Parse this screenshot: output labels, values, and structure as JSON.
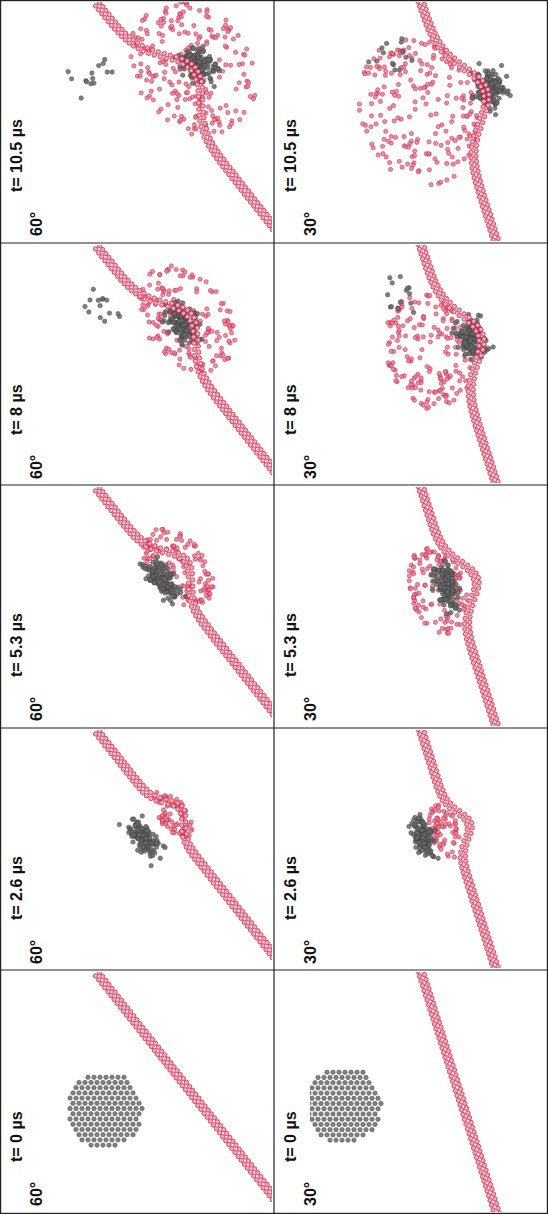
{
  "diagram": {
    "labels": [
      "t= 10.5 µs",
      "60°",
      "t= 10.5 µs",
      "30°",
      "t= 8 µs",
      "60°",
      "t= 8 µs",
      "30°",
      "t= 5.3 µs",
      "60°",
      "t= 5.3 µs",
      "30°",
      "t= 2.6 µs",
      "60°",
      "t= 2.6 µs",
      "30°",
      "t= 0 µs",
      "60°",
      "t= 0 µs",
      "30°"
    ]
  }
}
